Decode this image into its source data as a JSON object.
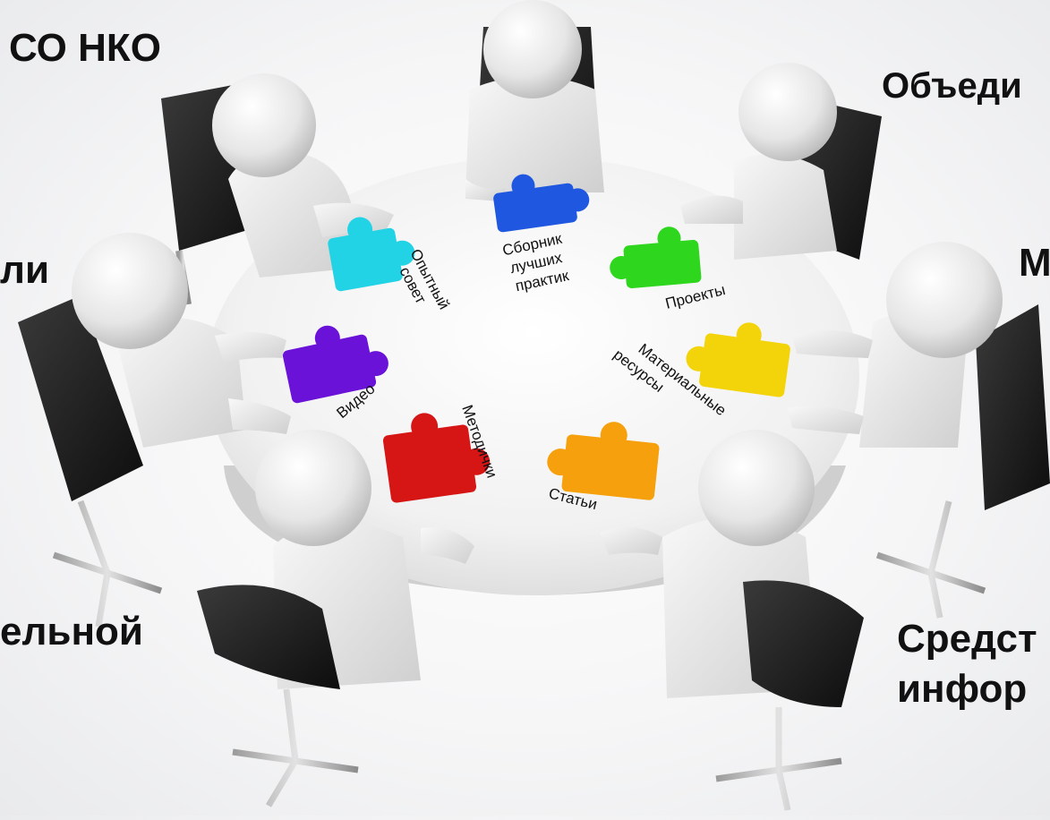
{
  "corner_labels": {
    "top_left": "СО НКО",
    "top_right": "Объеди",
    "middle_left": "ли",
    "middle_right": "М",
    "bottom_left": "ельной",
    "bottom_right_line1": "Средст",
    "bottom_right_line2": "инфор"
  },
  "pieces": [
    {
      "id": "opytny-sovet",
      "lines": [
        "Опытный",
        "совет"
      ],
      "color": "#22d3e6"
    },
    {
      "id": "sbornik",
      "lines": [
        "Сборник",
        "лучших",
        "практик"
      ],
      "color": "#1f57e0"
    },
    {
      "id": "proekty",
      "lines": [
        "Проекты"
      ],
      "color": "#2ed61e"
    },
    {
      "id": "video",
      "lines": [
        "Видео"
      ],
      "color": "#6a12d8"
    },
    {
      "id": "materialnye",
      "lines": [
        "Материальные",
        "ресурсы"
      ],
      "color": "#f3d40a"
    },
    {
      "id": "metodichki",
      "lines": [
        "Методички"
      ],
      "color": "#d61515"
    },
    {
      "id": "stati",
      "lines": [
        "Статьи"
      ],
      "color": "#f5a00c"
    }
  ]
}
